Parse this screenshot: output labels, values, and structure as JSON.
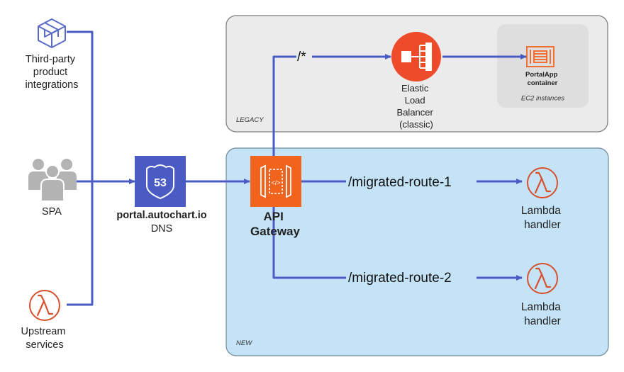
{
  "groups": {
    "legacy": "LEGACY",
    "new": "NEW",
    "ec2": "EC2 instances"
  },
  "sources": {
    "third_party": [
      "Third-party",
      "product",
      "integrations"
    ],
    "spa": "SPA",
    "upstream": [
      "Upstream",
      "services"
    ]
  },
  "dns": {
    "name": "portal.autochart.io",
    "type": "DNS",
    "badge": "53"
  },
  "api_gateway": [
    "API",
    "Gateway"
  ],
  "elb": [
    "Elastic",
    "Load",
    "Balancer",
    "(classic)"
  ],
  "portalapp": [
    "PortalApp",
    "container"
  ],
  "routes": {
    "legacy": "/*",
    "route1": "/migrated-route-1",
    "route2": "/migrated-route-2"
  },
  "lambda1": [
    "Lambda",
    "handler"
  ],
  "lambda2": [
    "Lambda",
    "handler"
  ],
  "colors": {
    "arrow": "#4a5cc4",
    "aws_orange": "#f2631e",
    "lambda_red": "#d9502f",
    "elb_red": "#ee4b2b",
    "legacy_bg": "#ebebeb",
    "new_bg": "#c4e3f6",
    "icon_purple": "#5b6bc8"
  },
  "icons": {
    "third_party": "cube-icon",
    "spa": "users-icon",
    "upstream": "lambda-icon",
    "dns": "route53-icon",
    "api_gateway": "api-gateway-icon",
    "elb": "load-balancer-icon",
    "portalapp": "chip-container-icon",
    "lambda": "lambda-icon"
  }
}
